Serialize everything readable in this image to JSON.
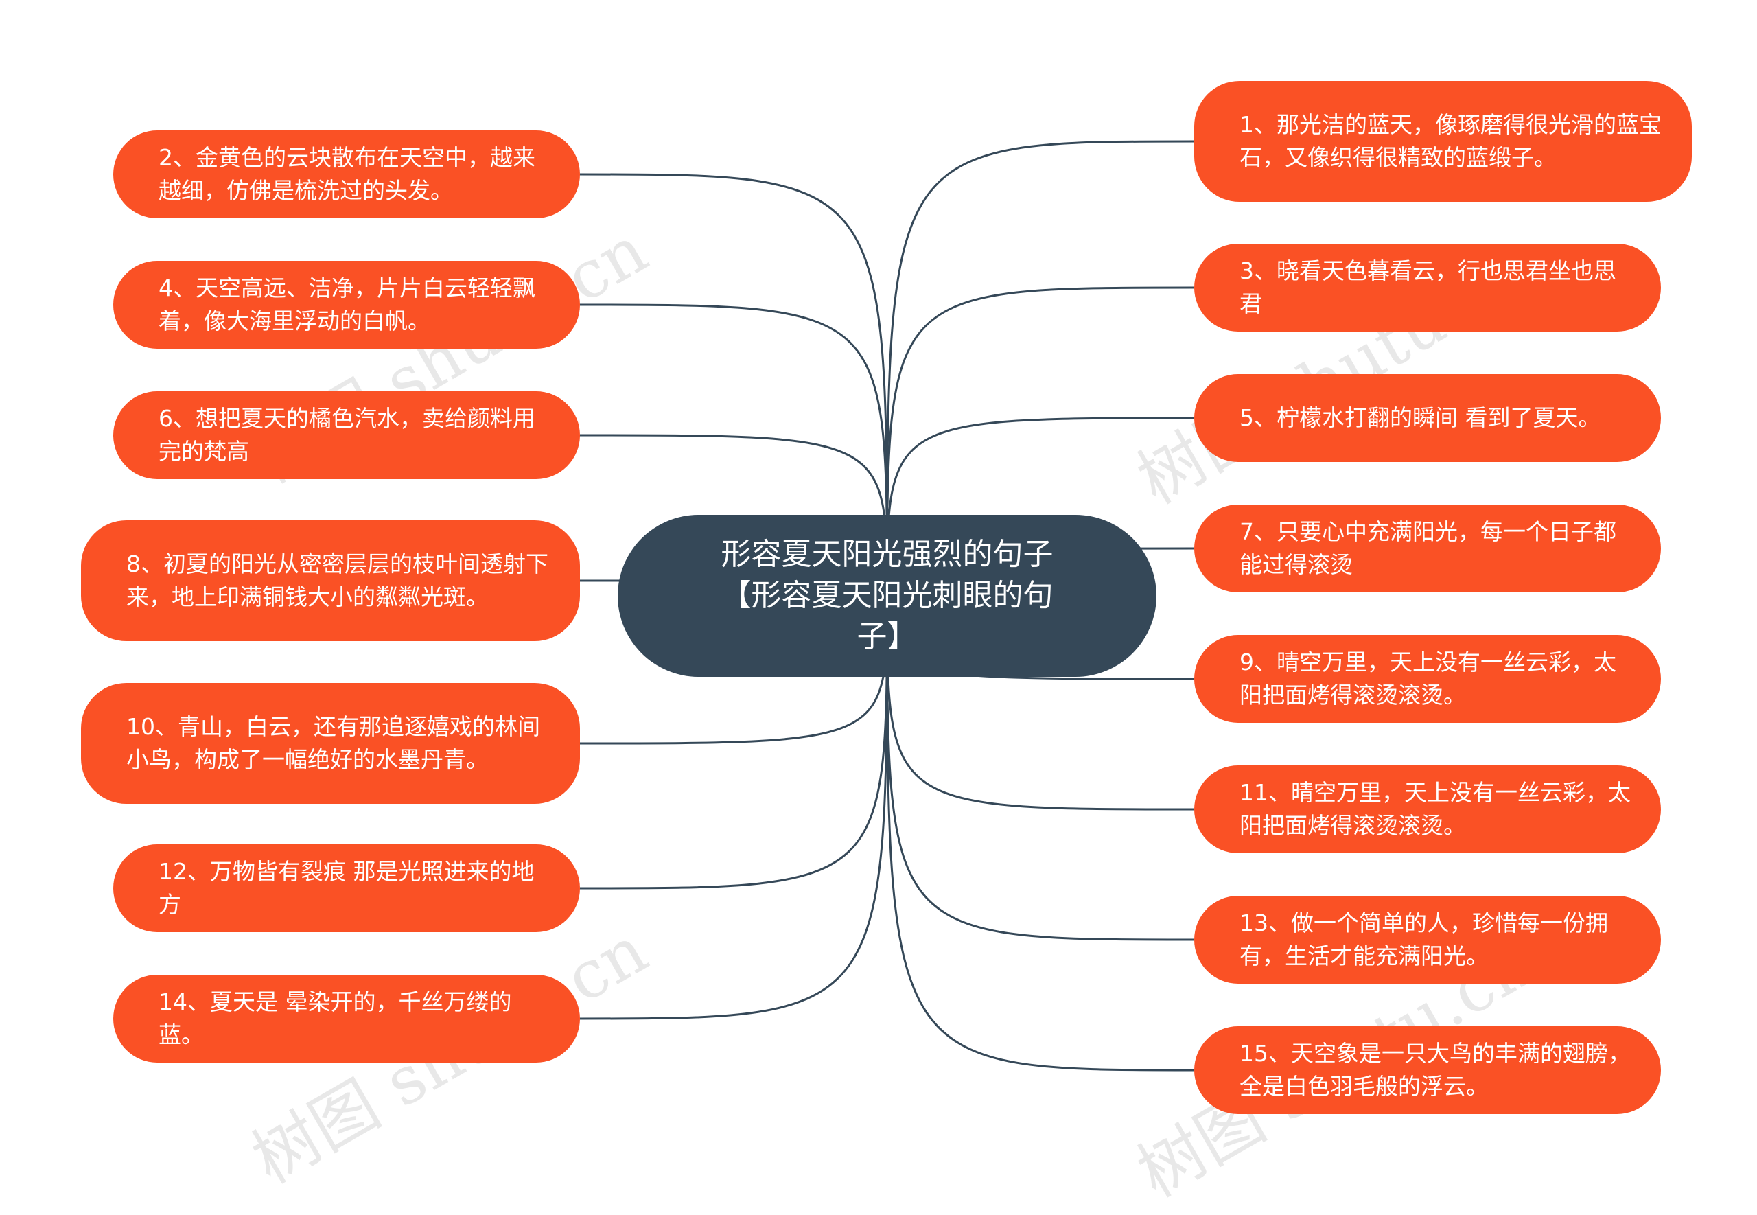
{
  "center": {
    "line1": "形容夏天阳光强烈的句子",
    "line2": "【形容夏天阳光刺眼的句",
    "line3": "子】"
  },
  "left_nodes": [
    "2、金黄色的云块散布在天空中，越来越细，仿佛是梳洗过的头发。",
    "4、天空高远、洁净，片片白云轻轻飘着，像大海里浮动的白帆。",
    "6、想把夏天的橘色汽水，卖给颜料用完的梵高",
    "8、初夏的阳光从密密层层的枝叶间透射下来，地上印满铜钱大小的粼粼光斑。",
    "10、青山，白云，还有那追逐嬉戏的林间小鸟，构成了一幅绝好的水墨丹青。",
    "12、万物皆有裂痕 那是光照进来的地方",
    "14、夏天是 晕染开的，千丝万缕的蓝。"
  ],
  "right_nodes": [
    "1、那光洁的蓝天，像琢磨得很光滑的蓝宝石，又像织得很精致的蓝缎子。",
    "3、晓看天色暮看云，行也思君坐也思君",
    "5、柠檬水打翻的瞬间 看到了夏天。",
    "7、只要心中充满阳光，每一个日子都能过得滚烫",
    "9、晴空万里，天上没有一丝云彩，太阳把面烤得滚烫滚烫。",
    "11、晴空万里，天上没有一丝云彩，太阳把面烤得滚烫滚烫。",
    "13、做一个简单的人，珍惜每一份拥有，生活才能充满阳光。",
    "15、天空象是一只大鸟的丰满的翅膀，全是白色羽毛般的浮云。"
  ],
  "watermark": "树图 shutu.cn",
  "colors": {
    "node_fill": "#fa5125",
    "center_fill": "#354858",
    "connector": "#354858",
    "text": "#ffffff"
  }
}
